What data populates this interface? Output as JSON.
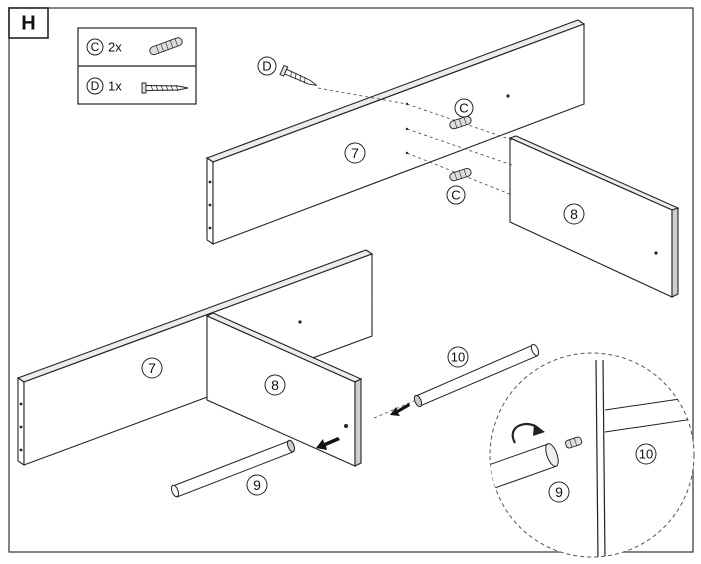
{
  "step": {
    "letter": "H"
  },
  "legend": [
    {
      "id": "C",
      "count": "2x",
      "icon": "dowel-icon"
    },
    {
      "id": "D",
      "count": "1x",
      "icon": "screw-icon"
    }
  ],
  "part_labels": {
    "p7_top": "7",
    "p8_top": "8",
    "p7_bottom": "7",
    "p8_bottom": "8",
    "p9_main": "9",
    "p10_main": "10",
    "p9_detail": "9",
    "p10_detail": "10"
  },
  "hardware_labels": {
    "d_screw": "D",
    "c_upper": "C",
    "c_lower": "C"
  },
  "colors": {
    "line": "#222222",
    "edge_fill": "#ececec",
    "arrow": "#111111"
  }
}
